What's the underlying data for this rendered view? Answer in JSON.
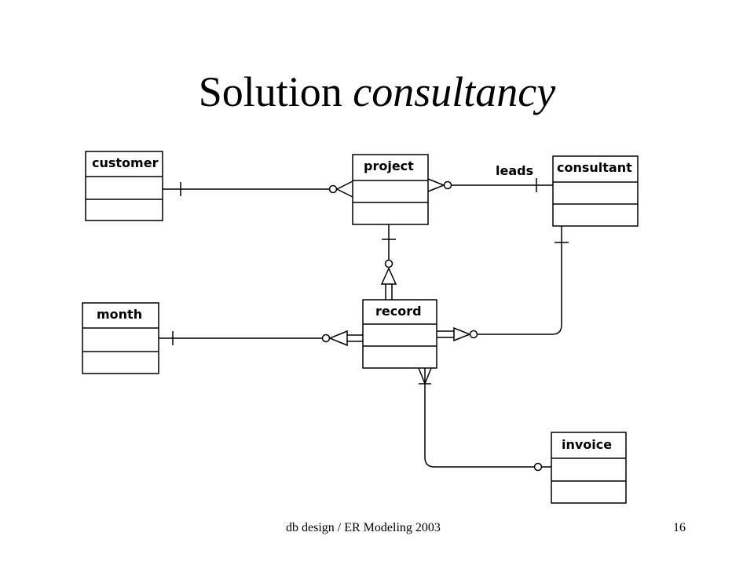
{
  "title": {
    "main": "Solution",
    "italic": "consultancy"
  },
  "entities": {
    "customer": "customer",
    "project": "project",
    "consultant": "consultant",
    "month": "month",
    "record": "record",
    "invoice": "invoice"
  },
  "relationships": {
    "leads": "leads"
  },
  "footer": {
    "left": "db design / ER Modeling  2003",
    "page": "16"
  }
}
